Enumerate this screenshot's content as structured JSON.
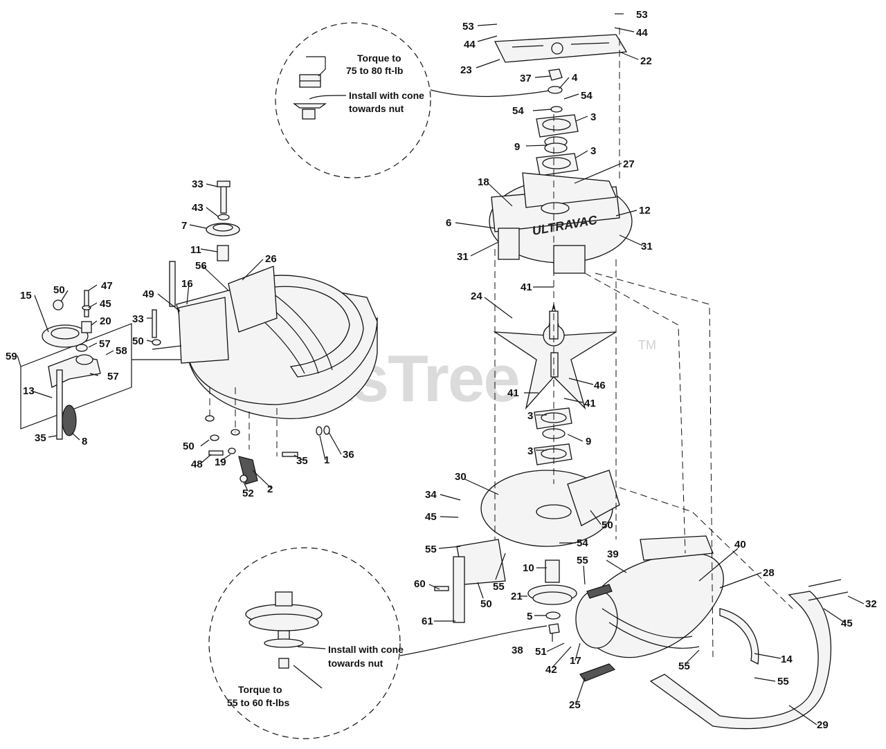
{
  "watermark": "PartsTree",
  "watermark_tm": "TM",
  "brand_plate": "ULTRAVAC",
  "notes": {
    "top_torque": [
      "Torque to",
      "75 to 80 ft-lb"
    ],
    "top_install": [
      "Install with cone",
      "towards nut"
    ],
    "bottom_install": [
      "Install with cone",
      "towards nut"
    ],
    "bottom_torque": [
      "Torque to",
      "55 to 60 ft-lbs"
    ]
  },
  "callouts": [
    "53",
    "53",
    "44",
    "44",
    "23",
    "22",
    "37",
    "4",
    "54",
    "54",
    "3",
    "9",
    "3",
    "27",
    "18",
    "12",
    "6",
    "31",
    "31",
    "41",
    "24",
    "46",
    "41",
    "41",
    "3",
    "9",
    "3",
    "30",
    "34",
    "45",
    "50",
    "55",
    "54",
    "55",
    "39",
    "40",
    "28",
    "10",
    "55",
    "60",
    "21",
    "50",
    "5",
    "61",
    "38",
    "51",
    "42",
    "17",
    "55",
    "14",
    "32",
    "45",
    "55",
    "25",
    "29",
    "33",
    "43",
    "7",
    "11",
    "26",
    "56",
    "16",
    "49",
    "47",
    "50",
    "45",
    "20",
    "15",
    "33",
    "50",
    "57",
    "58",
    "59",
    "57",
    "13",
    "8",
    "35",
    "50",
    "48",
    "19",
    "52",
    "2",
    "35",
    "1",
    "36"
  ]
}
